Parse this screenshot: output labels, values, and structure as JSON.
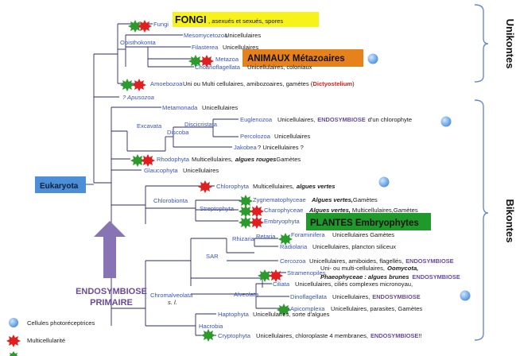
{
  "tree": {
    "root": "Eukaryota",
    "fungi": {
      "label": "Fungi",
      "box": "FONGI",
      "text": ", asexués et sexués, spores"
    },
    "opisthokonta": "Opisthokonta",
    "mesomycetozoa": {
      "label": "Mesomycetozoa",
      "text": "Unicellulaires"
    },
    "filasterea": {
      "label": "Filasterea",
      "text": "Unicellulaires"
    },
    "metazoa": {
      "label": "Metazoa",
      "box": "ANIMAUX Métazoaires"
    },
    "choanoflagellata": {
      "label": "Choanoflagellata",
      "text": "Unicellulaires, coloniaux"
    },
    "amoebozoa": {
      "label": "Amoebozoa",
      "text": "Uni ou Multi cellulaires, amibozoaires, gamètes (",
      "highlight": "Dictyostelium",
      "tail": ")"
    },
    "apusozoa": "? Apusozoa",
    "metamonada": {
      "label": "Metamonada",
      "text": "Unicellulaires"
    },
    "excavata": "Excavata",
    "discoba": "Discoba",
    "discicristata": "Discicristata",
    "euglenozoa": {
      "label": "Euglenozoa",
      "text": "Unicellulaires,",
      "endo": "ENDOSYMBIOSE",
      "tail": "d'un chlorophyte"
    },
    "percolozoa": {
      "label": "Percolozoa",
      "text": "Unicellulaires"
    },
    "jakobea": {
      "label": "Jakobea",
      "text": "? Unicellulaires ?"
    },
    "rhodophyta": {
      "label": "Rhodophyta",
      "text": "Multicellulaires,",
      "italic": "algues rouges",
      "tail": "Gamètes"
    },
    "glaucophyta": {
      "label": "Glaucophyta",
      "text": "Unicellulaires"
    },
    "chlorobionta": "Chlorobionta",
    "chlorophyta": {
      "label": "Chlorophyta",
      "text": "Multicellulaires,",
      "italic": "algues vertes"
    },
    "streptophyta": "Streptophyta",
    "zygnematophyceae": {
      "label": "Zygnematophyceae",
      "italic": "Algues vertes,",
      "tail": "Gamètes"
    },
    "charophyceae": {
      "label": "Charophyceae",
      "italic": "Algues vertes,",
      "tail": "Multicellulaires,Gamètes"
    },
    "embryophyta": {
      "label": "Embryophyta",
      "box": "PLANTES Embryophytes"
    },
    "rhizaria": "Rhizaria",
    "retaria": "Retaria",
    "foraminifera": {
      "label": "Foraminifera",
      "text": "Unicellulaires Gamètes"
    },
    "radiolaria": {
      "label": "Radiolaria",
      "text": "Unicellulaires, plancton siliceux"
    },
    "cercozoa": {
      "label": "Cercozoa",
      "text": "Unicellulaires, amiboides, flagellés,",
      "endo": "ENDOSYMBIOSE"
    },
    "sar": "SAR",
    "stramenopiles": {
      "label": "Stramenopiles",
      "line1": "Uni- ou multi-cellulaires,",
      "line1_italic": "Oomycota,",
      "line2_italic": "Phaeophyceae : algues brunes",
      "endo": "ENDOSYMBIOSE"
    },
    "alveolata": "Alveolata",
    "ciliata": {
      "label": "Ciliata",
      "text": "Unicellulaires, ciliés complexes micronoyau,"
    },
    "dinoflagellata": {
      "label": "Dinoflagellata",
      "text": "Unicellulaires,",
      "endo": "ENDOSYMBIOSE"
    },
    "apicomplexa": {
      "label": "Apicomplexa",
      "text": "Unicellulaires, parasites, Gamètes"
    },
    "chromalveolata": "Chromalveolata",
    "chromalveolata_sl": "s. l.",
    "hacrobia": "Hacrobia",
    "haptophyta": {
      "label": "Haptophyta",
      "text": "Unicellulaires, sorte d'algues"
    },
    "cryptophyta": {
      "label": "Cryptophyta",
      "text": "Unicellulaires, chloroplaste 4 membranes,",
      "endo": "ENDOSYMBIOSE",
      "tail": "!!"
    }
  },
  "side_labels": {
    "unikontes": "Unikontes",
    "bikontes": "Bikontes"
  },
  "endosymbiose": {
    "line1": "ENDOSYMBIOSE",
    "line2": "PRIMAIRE"
  },
  "legend": {
    "photo": "Cellules photoréceptrices",
    "multi": "Multicellularité"
  },
  "colors": {
    "fongi_box": "#f7f21a",
    "animaux_box": "#e7811c",
    "plantes_box": "#1f9a2a",
    "eukaryota_box": "#4d8fd6",
    "arrow": "#8874b4",
    "endo_text": "#6b4a9a",
    "star_green": "#2d9a2d",
    "star_red": "#e02020",
    "photo_dot": "#5aa0e6",
    "tree_line": "#2a2a6a",
    "taxon_blue": "#3a55b5"
  }
}
